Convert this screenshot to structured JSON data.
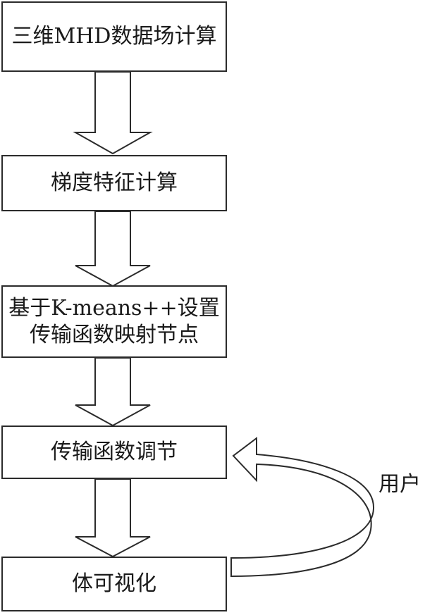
{
  "steps": [
    {
      "lines": [
        "三维MHD数据场计算"
      ]
    },
    {
      "lines": [
        "梯度特征计算"
      ]
    },
    {
      "lines": [
        "基于K-means++设置",
        "传输函数映射节点"
      ]
    },
    {
      "lines": [
        "传输函数调节"
      ]
    },
    {
      "lines": [
        "体可视化"
      ]
    }
  ],
  "feedback": {
    "label": "用户"
  }
}
